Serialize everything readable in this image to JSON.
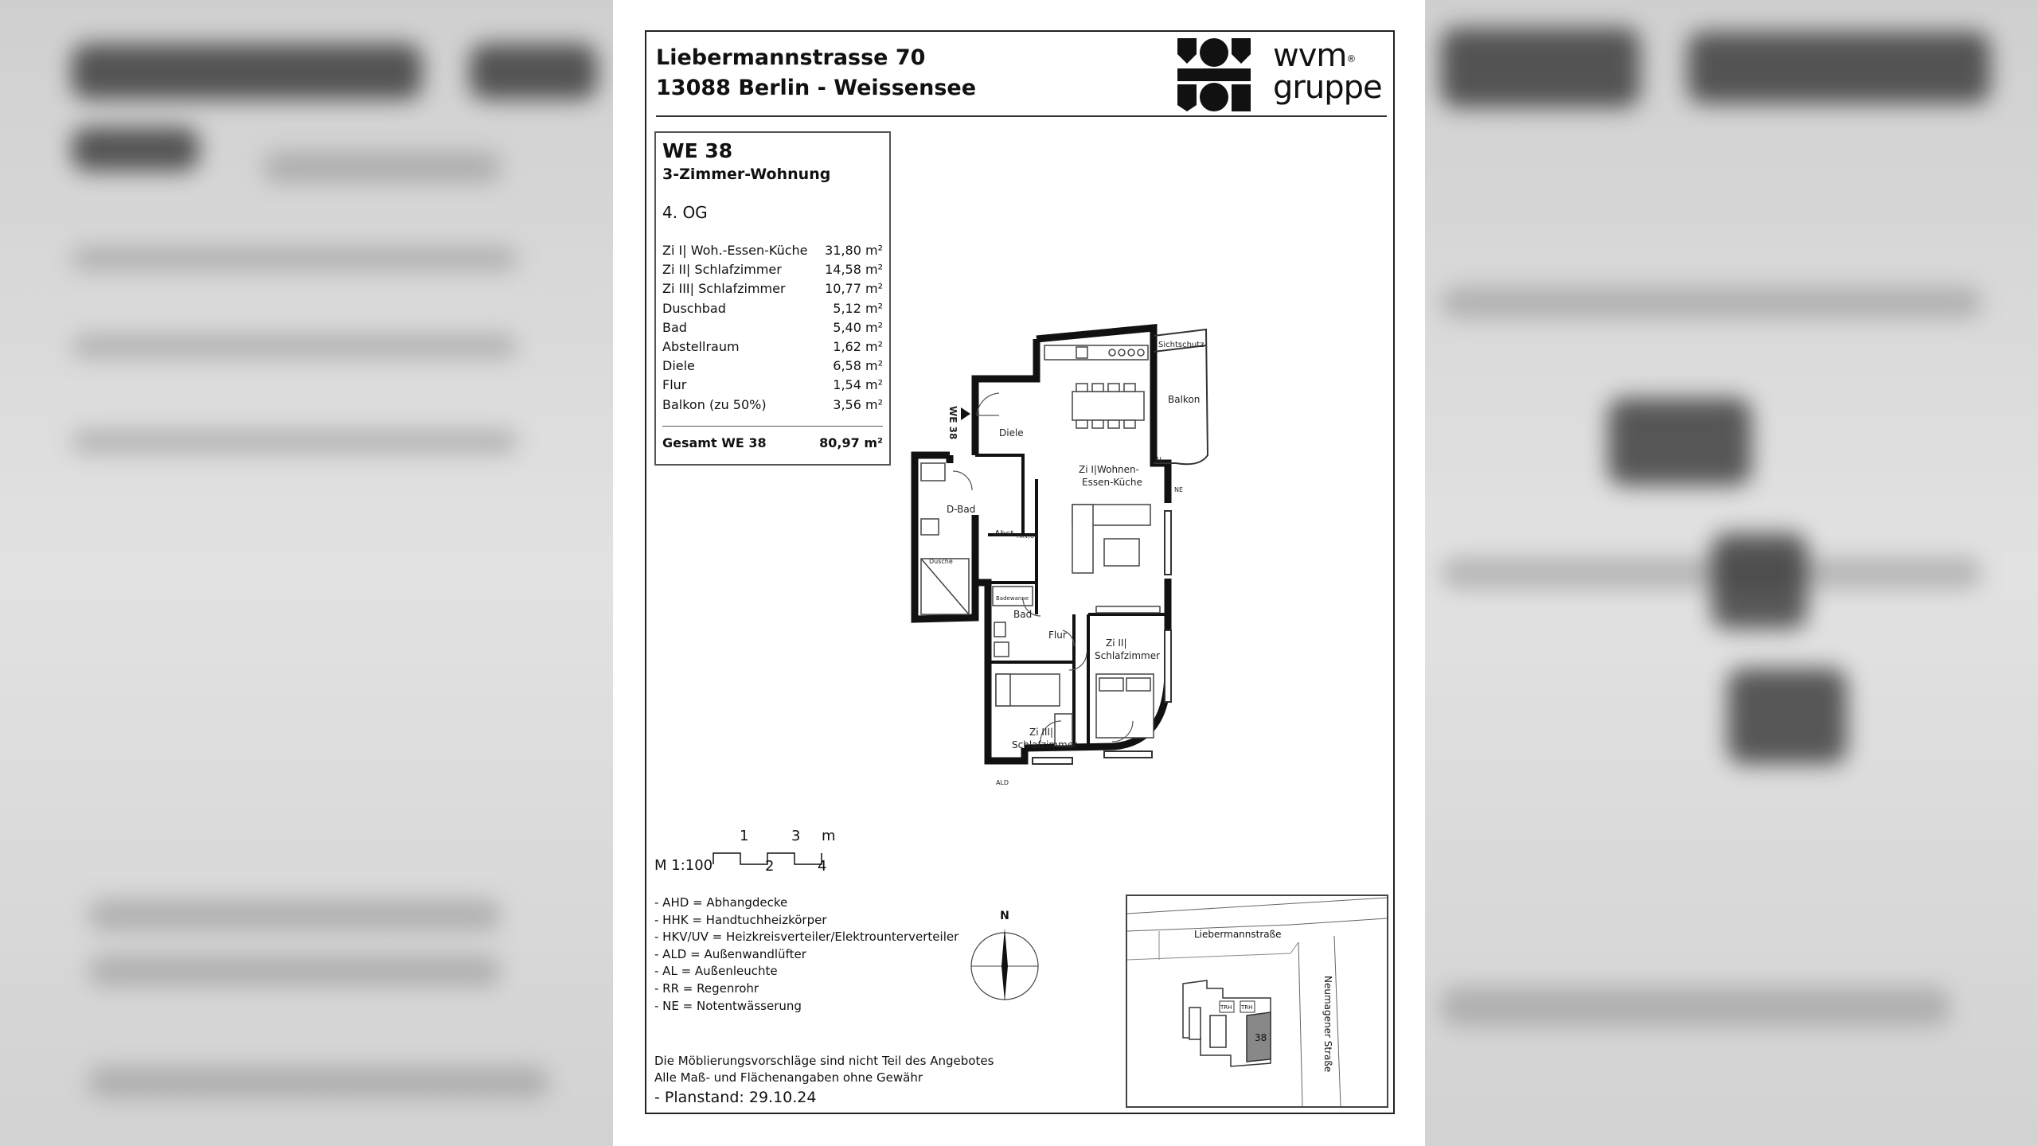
{
  "header": {
    "address_line1": "Liebermannstrasse 70",
    "address_line2": "13088 Berlin - Weissensee"
  },
  "logo": {
    "text_line1": "wvm",
    "text_line2": "gruppe",
    "registered": "®"
  },
  "unit": {
    "title": "WE 38",
    "type": "3-Zimmer-Wohnung",
    "floor": "4. OG",
    "rooms": [
      {
        "name": "Zi I| Woh.-Essen-Küche",
        "area": "31,80 m²"
      },
      {
        "name": "Zi II| Schlafzimmer",
        "area": "14,58 m²"
      },
      {
        "name": "Zi III| Schlafzimmer",
        "area": "10,77 m²"
      },
      {
        "name": "Duschbad",
        "area": "5,12 m²"
      },
      {
        "name": "Bad",
        "area": "5,40 m²"
      },
      {
        "name": "Abstellraum",
        "area": "1,62 m²"
      },
      {
        "name": "Diele",
        "area": "6,58 m²"
      },
      {
        "name": "Flur",
        "area": "1,54 m²"
      },
      {
        "name": "Balkon (zu 50%)",
        "area": "3,56 m²"
      }
    ],
    "total_label": "Gesamt WE 38",
    "total_area": "80,97 m²"
  },
  "plan_labels": {
    "entrance": "WE 38",
    "diele": "Diele",
    "sichtschutz": "Sichtschutz",
    "balkon": "Balkon",
    "al": "AL",
    "ne": "NE",
    "living": "Zi I|Wohnen-",
    "living2": "Essen-Küche",
    "dbad": "D-Bad",
    "dusche": "Dusche",
    "abst": "Abst.",
    "hkv": "HKV/UV",
    "bad": "Bad",
    "badewanne": "Badewanne",
    "flur": "Flur",
    "zi2": "Zi II|",
    "zi2b": "Schlafzimmer",
    "zi3": "Zi III|",
    "zi3b": "Schlafzimmer",
    "ald": "ALD"
  },
  "scale": {
    "label": "M 1:100",
    "ticks_top": [
      "1",
      "3",
      "m"
    ],
    "ticks_bottom": [
      "2",
      "4"
    ]
  },
  "legend": [
    "- AHD = Abhangdecke",
    "- HHK = Handtuchheizkörper",
    "- HKV/UV = Heizkreisverteiler/Elektrounterverteiler",
    "- ALD = Außenwandlüfter",
    "- AL = Außenleuchte",
    "- RR = Regenrohr",
    "- NE = Notentwässerung"
  ],
  "compass_label": "N",
  "notes": [
    "Die Möblierungsvorschläge sind nicht Teil des Angebotes",
    "Alle Maß- und Flächenangaben ohne Gewähr"
  ],
  "planstand": "- Planstand: 29.10.24",
  "siteplan": {
    "street1": "Liebermannstraße",
    "street2": "Neumagener Straße",
    "unit": "38",
    "stair1": "TRH",
    "stair2": "TRH"
  }
}
